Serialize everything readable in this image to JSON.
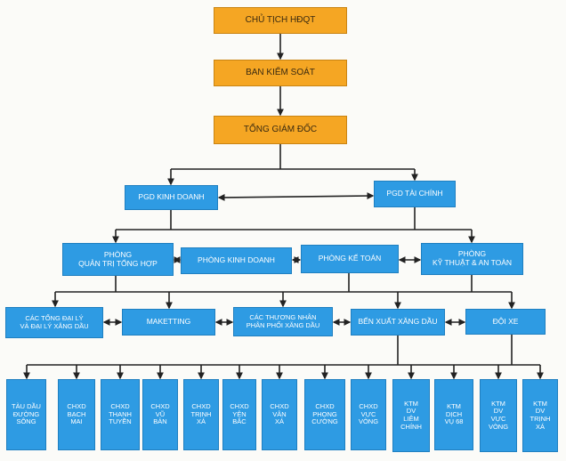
{
  "colors": {
    "top_fill": "#f5a623",
    "box_fill": "#2e9be3",
    "line": "#222222"
  },
  "top": [
    {
      "id": "chairman",
      "label": "CHỦ TỊCH HĐQT"
    },
    {
      "id": "supervisory",
      "label": "BAN KIỂM SOÁT"
    },
    {
      "id": "ceo",
      "label": "TỔNG GIÁM ĐỐC"
    }
  ],
  "deputies": [
    {
      "id": "pgd-business",
      "label": "PGD KINH DOANH"
    },
    {
      "id": "pgd-finance",
      "label": "PGD TÀI CHÍNH"
    }
  ],
  "departments": [
    {
      "id": "dept-admin",
      "label": "PHÒNG\nQUẢN TRỊ TỔNG HỢP"
    },
    {
      "id": "dept-business",
      "label": "PHÒNG KINH DOANH"
    },
    {
      "id": "dept-accounting",
      "label": "PHÒNG KẾ TOÁN"
    },
    {
      "id": "dept-technical",
      "label": "PHÒNG\nKỸ THUẬT & AN TOÀN"
    }
  ],
  "units": [
    {
      "id": "unit-agents",
      "label": "CÁC TỔNG ĐẠI LÝ\nVÀ ĐẠI LÝ XĂNG DẦU"
    },
    {
      "id": "unit-marketing",
      "label": "MAKETTING"
    },
    {
      "id": "unit-traders",
      "label": "CÁC THƯƠNG NHÂN\nPHÂN PHỐI XĂNG DẦU"
    },
    {
      "id": "unit-depot",
      "label": "BẾN XUẤT XĂNG DẦU"
    },
    {
      "id": "unit-fleet",
      "label": "ĐỘI XE"
    }
  ],
  "stations": [
    {
      "id": "st-1",
      "label": "TÀU DẦU\nĐƯỜNG\nSÔNG"
    },
    {
      "id": "st-2",
      "label": "CHXD\nBẠCH\nMAI"
    },
    {
      "id": "st-3",
      "label": "CHXD\nTHANH\nTUYỀN"
    },
    {
      "id": "st-4",
      "label": "CHXD\nVŨ\nBẢN"
    },
    {
      "id": "st-5",
      "label": "CHXD\nTRỊNH\nXÁ"
    },
    {
      "id": "st-6",
      "label": "CHXD\nYÊN\nBẮC"
    },
    {
      "id": "st-7",
      "label": "CHXD\nVÂN\nXÁ"
    },
    {
      "id": "st-8",
      "label": "CHXD\nPHONG\nCƯỜNG"
    },
    {
      "id": "st-9",
      "label": "CHXD\nVỰC\nVÒNG"
    },
    {
      "id": "st-10",
      "label": "KTM\nDV\nLIÊM\nCHÍNH"
    },
    {
      "id": "st-11",
      "label": "KTM\nDỊCH\nVỤ 68"
    },
    {
      "id": "st-12",
      "label": "KTM\nDV\nVỰC\nVÒNG"
    },
    {
      "id": "st-13",
      "label": "KTM\nDV\nTRỊNH\nXÁ"
    }
  ]
}
